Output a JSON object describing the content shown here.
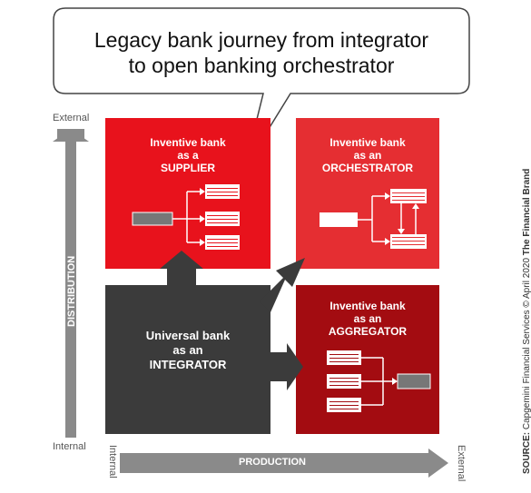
{
  "callout": {
    "line1": "Legacy bank journey from integrator",
    "line2": "to open banking orchestrator"
  },
  "axes": {
    "y_top": "External",
    "y_bottom": "Internal",
    "y_name": "DISTRIBUTION",
    "x_left": "Internal",
    "x_right": "External",
    "x_name": "PRODUCTION"
  },
  "quadrants": {
    "supplier": {
      "line1": "Inventive bank",
      "line2": "as a",
      "line3": "SUPPLIER"
    },
    "orchestrator": {
      "line1": "Inventive bank",
      "line2": "as an",
      "line3": "ORCHESTRATOR"
    },
    "aggregator": {
      "line1": "Inventive bank",
      "line2": "as an",
      "line3": "AGGREGATOR"
    },
    "integrator": {
      "line1": "Universal bank",
      "line2": "as an",
      "line3": "INTEGRATOR"
    }
  },
  "source": {
    "label": "SOURCE:",
    "text": " Capgemini Financial Services © April 2020 ",
    "brand": "The Financial Brand"
  },
  "colors": {
    "supplier": "#e8121c",
    "orchestrator": "#e52e32",
    "aggregator": "#a30c11",
    "integrator": "#3b3b3b",
    "axis_gray": "#8a8a8a"
  }
}
